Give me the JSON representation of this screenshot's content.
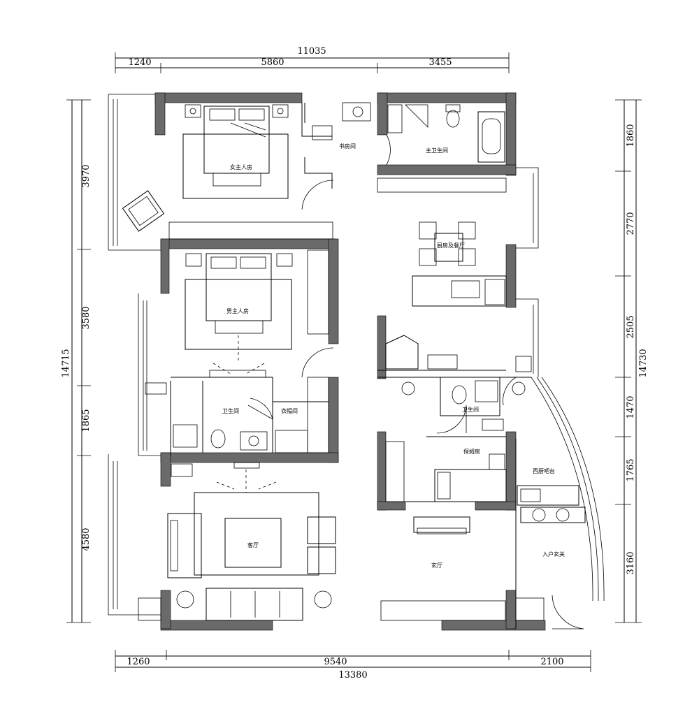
{
  "dimensions": {
    "top_total": "11035",
    "top_segments": [
      "1240",
      "5860",
      "3455"
    ],
    "bottom_segments": [
      "1260",
      "9540",
      "2100"
    ],
    "bottom_total": "13380",
    "left_total": "14715",
    "left_segments": [
      "3970",
      "3580",
      "1865",
      "4580"
    ],
    "right_total": "14730",
    "right_segments": [
      "1860",
      "2770",
      "2505",
      "1470",
      "1765",
      "3160"
    ]
  },
  "rooms": {
    "master_bedroom": "女主人房",
    "study": "书房间",
    "master_bath": "主卫生间",
    "dining": "厨房及餐厅",
    "second_bedroom": "男主人房",
    "bathroom": "卫生间",
    "closet": "衣帽间",
    "living_room": "客厅",
    "guest_bath": "卫生间",
    "nanny_room": "保姆房",
    "kitchen": "西厨吧台",
    "hall": "玄厅",
    "entrance": "入户玄关"
  }
}
